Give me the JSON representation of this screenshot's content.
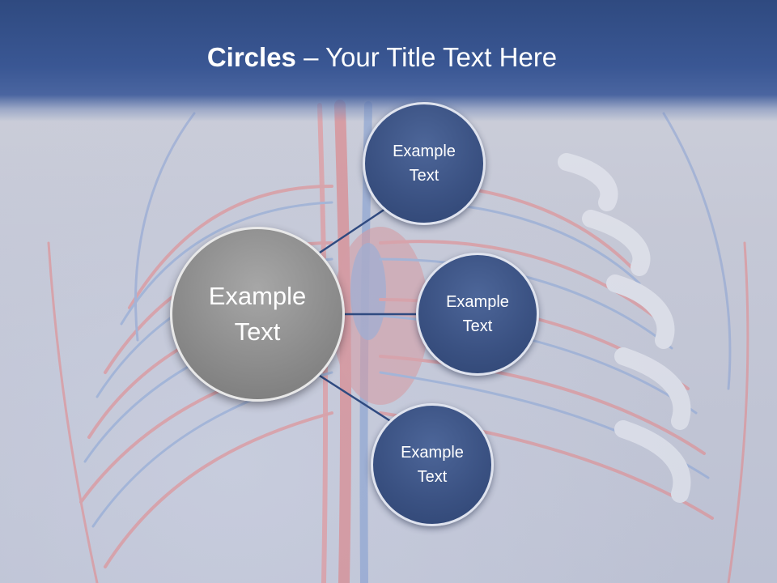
{
  "title": {
    "bold": "Circles",
    "rest": " – Your Title Text Here"
  },
  "center": {
    "label": "Example Text"
  },
  "nodes": [
    {
      "label": "Example Text"
    },
    {
      "label": "Example Text"
    },
    {
      "label": "Example Text"
    }
  ],
  "colors": {
    "title_bar": "#3a5794",
    "node_fill": "#3b5283",
    "center_fill": "#8c8c8c",
    "connector": "#2f4a80"
  }
}
